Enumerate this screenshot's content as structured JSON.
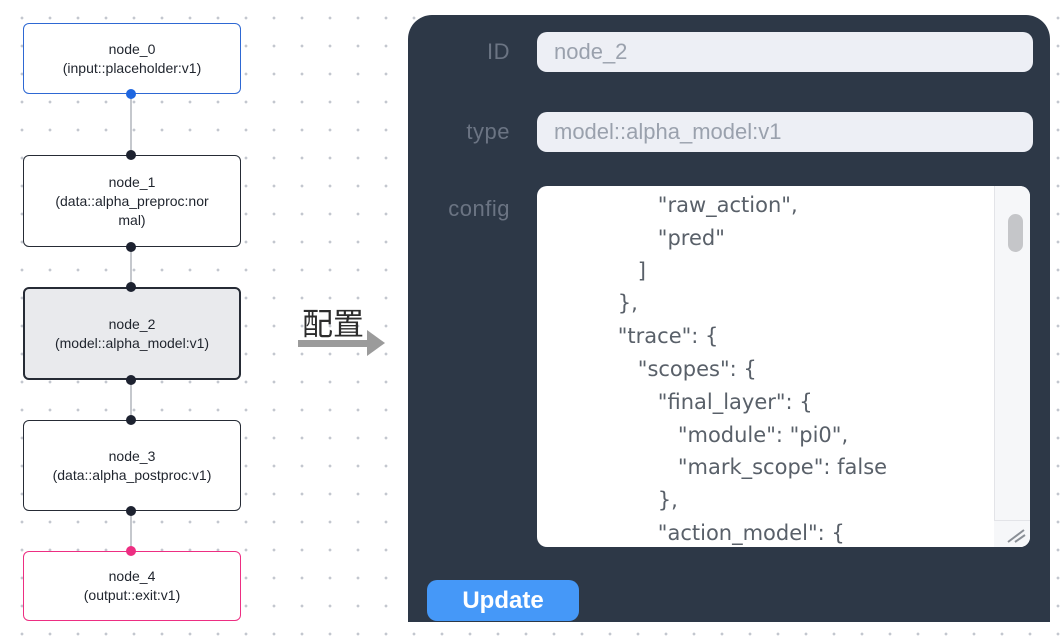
{
  "flow": {
    "nodes": [
      {
        "id": "node_0",
        "title": "node_0",
        "subtitle": "(input::placeholder:v1)",
        "kind": "input",
        "selected": false
      },
      {
        "id": "node_1",
        "title": "node_1",
        "subtitle": "(data::alpha_preproc:normal)",
        "kind": "data",
        "selected": false
      },
      {
        "id": "node_2",
        "title": "node_2",
        "subtitle": "(model::alpha_model:v1)",
        "kind": "model",
        "selected": true
      },
      {
        "id": "node_3",
        "title": "node_3",
        "subtitle": "(data::alpha_postproc:v1)",
        "kind": "data",
        "selected": false
      },
      {
        "id": "node_4",
        "title": "node_4",
        "subtitle": "(output::exit:v1)",
        "kind": "output",
        "selected": false
      }
    ],
    "colors": {
      "input_node_border": "#2e68d3",
      "default_node_border": "#262b35",
      "output_node_border": "#ed2e82",
      "selected_node_bg": "#e9eaed",
      "port_dark": "#1d2230",
      "port_blue": "#1e66e0",
      "port_pink": "#ed2e82"
    }
  },
  "annotation": {
    "label": "配置"
  },
  "panel": {
    "fields": [
      {
        "label": "ID",
        "value": "node_2"
      },
      {
        "label": "type",
        "value": "model::alpha_model:v1"
      }
    ],
    "config": {
      "label": "config",
      "text": "                \"raw_action\",\n                \"pred\"\n             ]\n          },\n          \"trace\": {\n             \"scopes\": {\n                \"final_layer\": {\n                   \"module\": \"pi0\",\n                   \"mark_scope\": false\n                },\n                \"action_model\": {"
    },
    "update_button": "Update",
    "colors": {
      "panel_bg": "#2d3847",
      "field_bg": "#edeff5",
      "label_text": "#6b7483",
      "button_bg": "#4598f8"
    }
  }
}
